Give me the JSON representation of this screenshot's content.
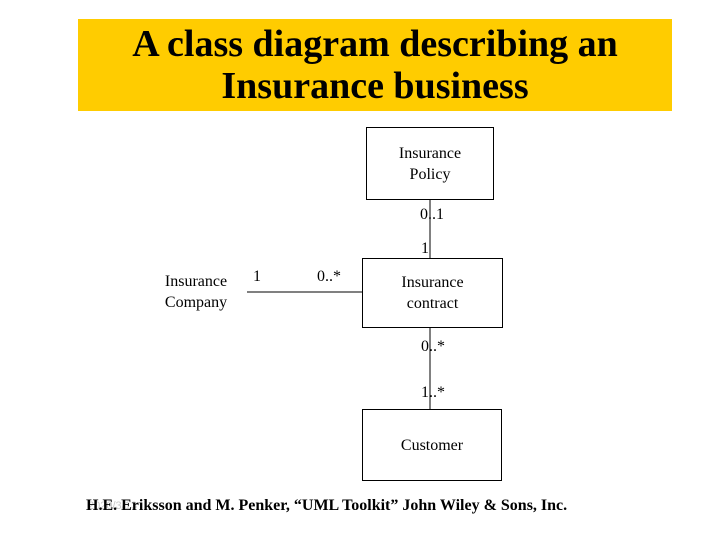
{
  "title": {
    "line1": "A class diagram describing an",
    "line2": "Insurance business",
    "band_color": "#FFCC00"
  },
  "classes": {
    "policy": {
      "line1": "Insurance",
      "line2": "Policy"
    },
    "company": {
      "line1": "Insurance",
      "line2": "Company"
    },
    "contract": {
      "line1": "Insurance",
      "line2": "contract"
    },
    "customer": {
      "name": "Customer"
    }
  },
  "multiplicities": {
    "policy_contract_at_policy": "0..1",
    "policy_contract_at_contract": "1",
    "company_contract_at_company": "1",
    "company_contract_at_contract": "0..*",
    "contract_customer_at_contract": "0..*",
    "contract_customer_at_customer": "1..*"
  },
  "footer": {
    "citation": "H.E. Eriksson and M. Penker, “UML Toolkit” John Wiley & Sons, Inc.",
    "watermark": "2020/3/13"
  }
}
